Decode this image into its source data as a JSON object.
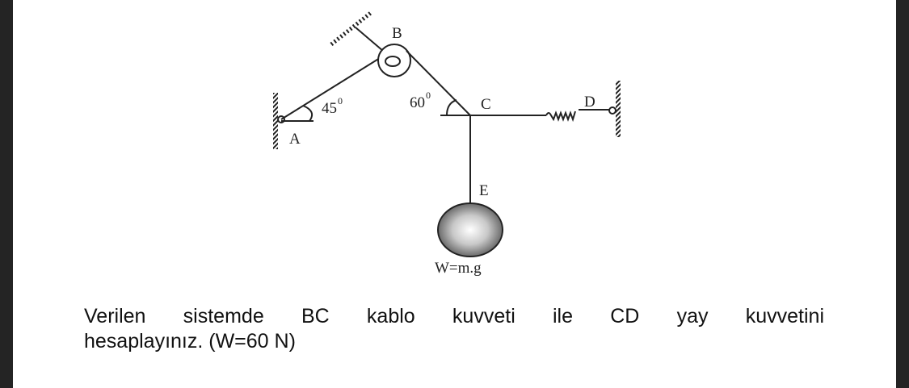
{
  "diagram": {
    "labels": {
      "A": "A",
      "B": "B",
      "C": "C",
      "D": "D",
      "E": "E"
    },
    "angle_a": "45",
    "angle_a_sup": "0",
    "angle_c": "60",
    "angle_c_sup": "0",
    "weight_label": "W=m.g"
  },
  "question": {
    "line1": "Verilen sistemde BC kablo kuvveti ile CD yay kuvvetini",
    "line2": "hesaplayınız. (W=60 N)"
  },
  "colors": {
    "frame": "#242424",
    "ink": "#222222"
  }
}
